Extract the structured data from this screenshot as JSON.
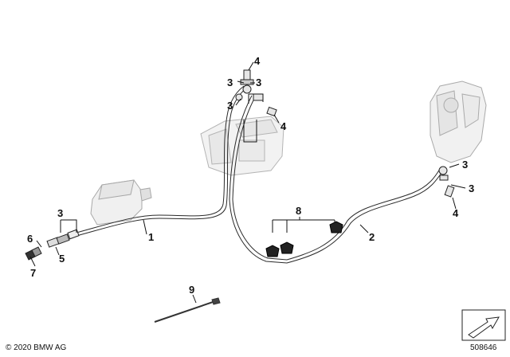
{
  "callouts": {
    "c1": "1",
    "c2": "2",
    "c3a": "3",
    "c3b": "3",
    "c3c": "3",
    "c3d": "3",
    "c3e": "3",
    "c3f": "3",
    "c4a": "4",
    "c4b": "4",
    "c4c": "4",
    "c5": "5",
    "c6": "6",
    "c7": "7",
    "c8": "8",
    "c9": "9"
  },
  "footer": {
    "copyright": "© 2020 BMW AG",
    "diagram_number": "508646"
  },
  "colors": {
    "line": "#1a1a1a",
    "part_fill": "#efefef",
    "part_stroke": "#9a9a9a",
    "dark_part": "#222222"
  }
}
